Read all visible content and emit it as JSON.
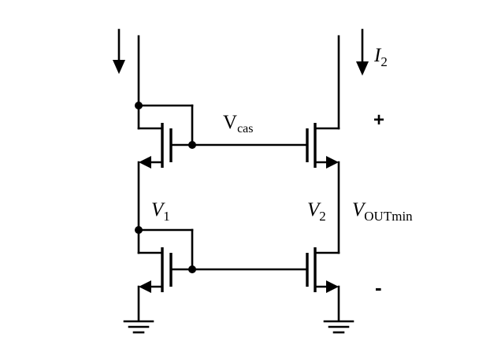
{
  "labels": {
    "vcas_main": "V",
    "vcas_sub": "cas",
    "i2_main": "I",
    "i2_sub": "2",
    "v1_main": "V",
    "v1_sub": "1",
    "v2_main": "V",
    "v2_sub": "2",
    "vout_main": "V",
    "vout_sub": "OUTmin",
    "plus": "+",
    "minus": "-"
  },
  "colors": {
    "ink": "#000000",
    "background": "#ffffff"
  }
}
